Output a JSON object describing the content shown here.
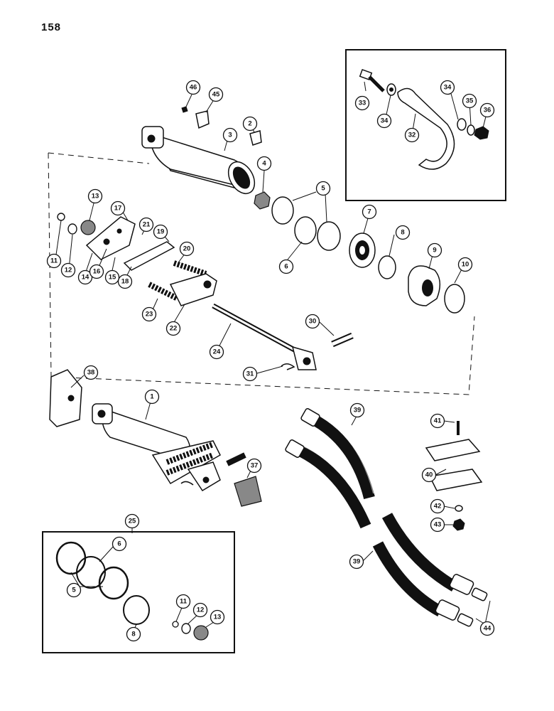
{
  "page": {
    "number": "158"
  },
  "callouts": {
    "c1": "1",
    "c2": "2",
    "c3": "3",
    "c4": "4",
    "c5": "5",
    "c6": "6",
    "c7": "7",
    "c8": "8",
    "c9": "9",
    "c10": "10",
    "c11": "11",
    "c12": "12",
    "c13": "13",
    "c14": "14",
    "c15": "15",
    "c16": "16",
    "c17": "17",
    "c18": "18",
    "c19": "19",
    "c20": "20",
    "c21": "21",
    "c22": "22",
    "c23": "23",
    "c24": "24",
    "c25": "25",
    "c30": "30",
    "c31": "31",
    "c32": "32",
    "c33": "33",
    "c34": "34",
    "c35": "35",
    "c36": "36",
    "c37": "37",
    "c38": "38",
    "c39": "39",
    "c40": "40",
    "c41": "41",
    "c42": "42",
    "c43": "43",
    "c44": "44",
    "c45": "45",
    "c46": "46"
  }
}
